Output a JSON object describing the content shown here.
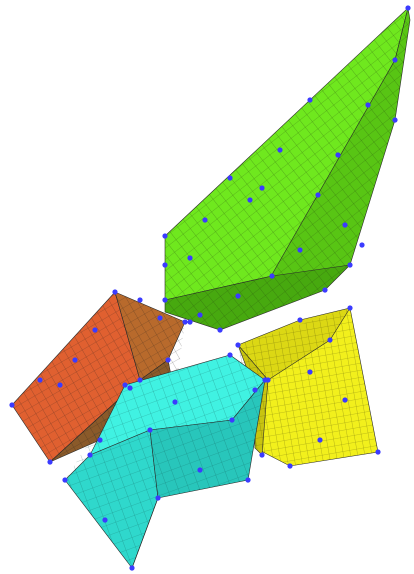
{
  "scene": {
    "background": "#ffffff",
    "control_point_color": "#3b3bff",
    "mesh_line_color": "#1e2a10",
    "blocks": [
      {
        "name": "green-block",
        "faces": [
          "#6fe81e",
          "#58c514",
          "#47a90f"
        ]
      },
      {
        "name": "orange-block",
        "faces": [
          "#e06030",
          "#b86a2c",
          "#8a5a2a"
        ]
      },
      {
        "name": "yellow-block",
        "faces": [
          "#f2f01c",
          "#dcd814",
          "#c8c410"
        ]
      },
      {
        "name": "cyan-block",
        "faces": [
          "#40f2e2",
          "#2fd8cc",
          "#28c6bb"
        ]
      }
    ]
  }
}
